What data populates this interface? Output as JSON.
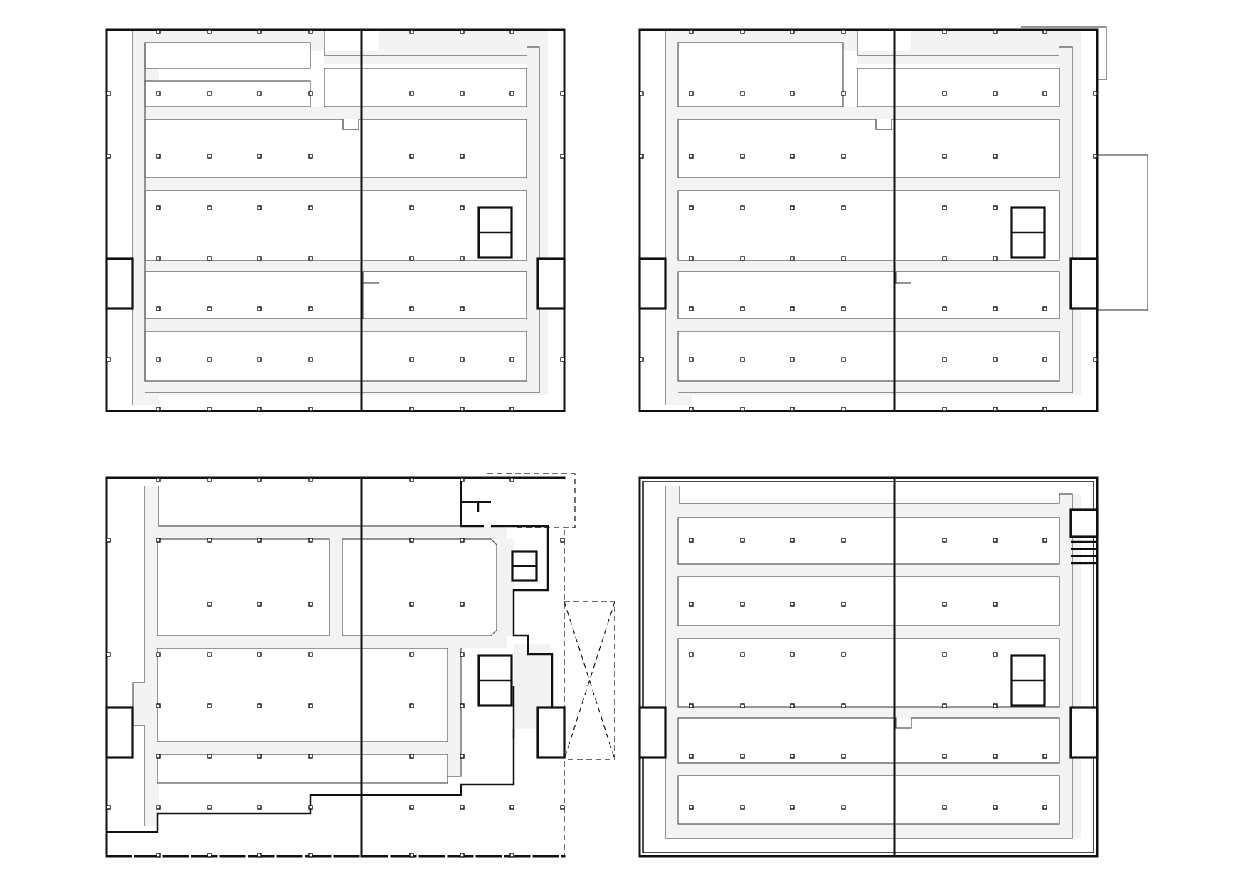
{
  "drawing": {
    "sheet": "four-floor-plans",
    "colors": {
      "ink": "#111111",
      "thin": "#555555",
      "corridor": "#f3f3f3",
      "background": "#ffffff"
    }
  },
  "plans": [
    {
      "name": "plan-top-left"
    },
    {
      "name": "plan-top-right"
    },
    {
      "name": "plan-bottom-left"
    },
    {
      "name": "plan-bottom-right"
    }
  ]
}
